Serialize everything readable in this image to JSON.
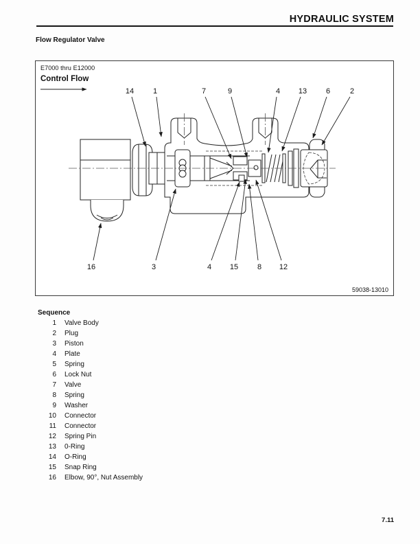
{
  "header": {
    "title": "HYDRAULIC SYSTEM"
  },
  "section_title": "Flow Regulator Valve",
  "figure": {
    "model_range": "E7000 thru E12000",
    "control_flow_label": "Control Flow",
    "figure_number": "59038-13010",
    "callouts_top": [
      {
        "label": "14"
      },
      {
        "label": "1"
      },
      {
        "label": "7"
      },
      {
        "label": "9"
      },
      {
        "label": "4"
      },
      {
        "label": "13"
      },
      {
        "label": "6"
      },
      {
        "label": "2"
      }
    ],
    "callouts_bottom": [
      {
        "label": "16"
      },
      {
        "label": "3"
      },
      {
        "label": "4"
      },
      {
        "label": "15"
      },
      {
        "label": "8"
      },
      {
        "label": "12"
      }
    ]
  },
  "sequence": {
    "heading": "Sequence",
    "items": [
      {
        "num": "1",
        "label": "Valve Body"
      },
      {
        "num": "2",
        "label": "Plug"
      },
      {
        "num": "3",
        "label": "Piston"
      },
      {
        "num": "4",
        "label": "Plate"
      },
      {
        "num": "5",
        "label": "Spring"
      },
      {
        "num": "6",
        "label": "Lock Nut"
      },
      {
        "num": "7",
        "label": "Valve"
      },
      {
        "num": "8",
        "label": "Spring"
      },
      {
        "num": "9",
        "label": "Washer"
      },
      {
        "num": "10",
        "label": "Connector"
      },
      {
        "num": "11",
        "label": "Connector"
      },
      {
        "num": "12",
        "label": "Spring Pin"
      },
      {
        "num": "13",
        "label": "0-Ring"
      },
      {
        "num": "14",
        "label": "O-Ring"
      },
      {
        "num": "15",
        "label": "Snap Ring"
      },
      {
        "num": "16",
        "label": "Elbow, 90°, Nut Assembly"
      }
    ]
  },
  "footer": {
    "page_number": "7.11"
  }
}
